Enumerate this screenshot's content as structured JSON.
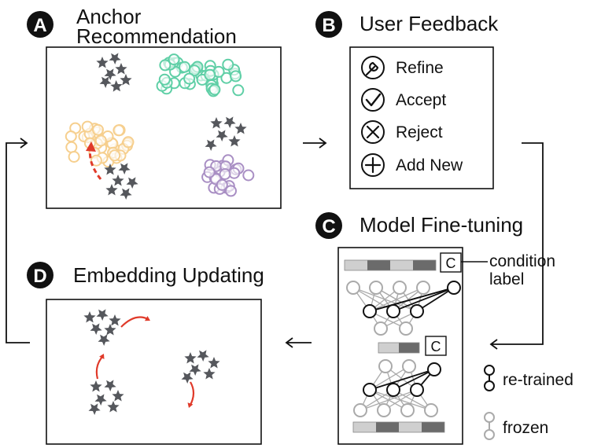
{
  "panels": {
    "A": {
      "badge": "A",
      "title_line1": "Anchor",
      "title_line2": "Recommendation"
    },
    "B": {
      "badge": "B",
      "title": "User Feedback",
      "options": [
        {
          "label": "Refine",
          "icon": "wrench-icon"
        },
        {
          "label": "Accept",
          "icon": "check-icon"
        },
        {
          "label": "Reject",
          "icon": "x-icon"
        },
        {
          "label": "Add New",
          "icon": "plus-icon"
        }
      ]
    },
    "C": {
      "badge": "C",
      "title": "Model Fine-tuning",
      "condition_label_line1": "condition",
      "condition_label_line2": "label",
      "condition_symbol": "C",
      "legend_retrained": "re-trained",
      "legend_frozen": "frozen"
    },
    "D": {
      "badge": "D",
      "title": "Embedding Updating"
    }
  },
  "colors": {
    "green_cluster": "#5fcfa6",
    "yellow_cluster": "#f6cf8e",
    "purple_cluster": "#a98fc4",
    "star": "#55575c",
    "arrow_red": "#e03a2a",
    "frozen": "#aaaaaa",
    "retrained": "#111111"
  }
}
